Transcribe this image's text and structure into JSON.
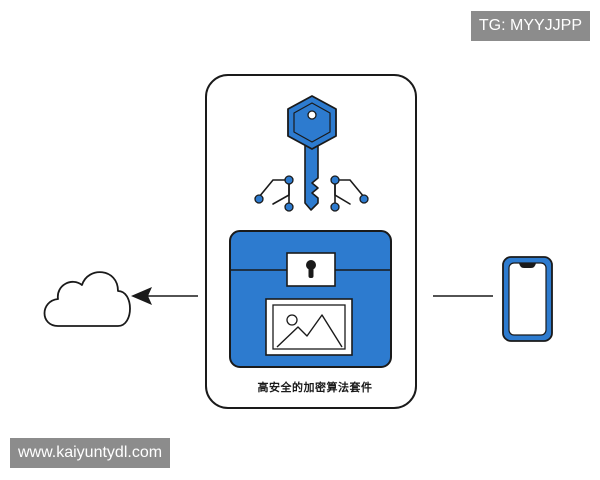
{
  "caption": "高安全的加密算法套件",
  "watermarks": {
    "top_right": "TG: MYYJJPP",
    "bottom_left": "www.kaiyuntydl.com"
  },
  "colors": {
    "accent": "#2d7bcf",
    "outline": "#1a1a1a",
    "background": "#ffffff",
    "watermark_bg": "#8c8c8c"
  },
  "icons": [
    "cloud-icon",
    "arrow-left-icon",
    "key-icon",
    "lock-box-icon",
    "keyhole-icon",
    "image-icon",
    "phone-icon"
  ]
}
